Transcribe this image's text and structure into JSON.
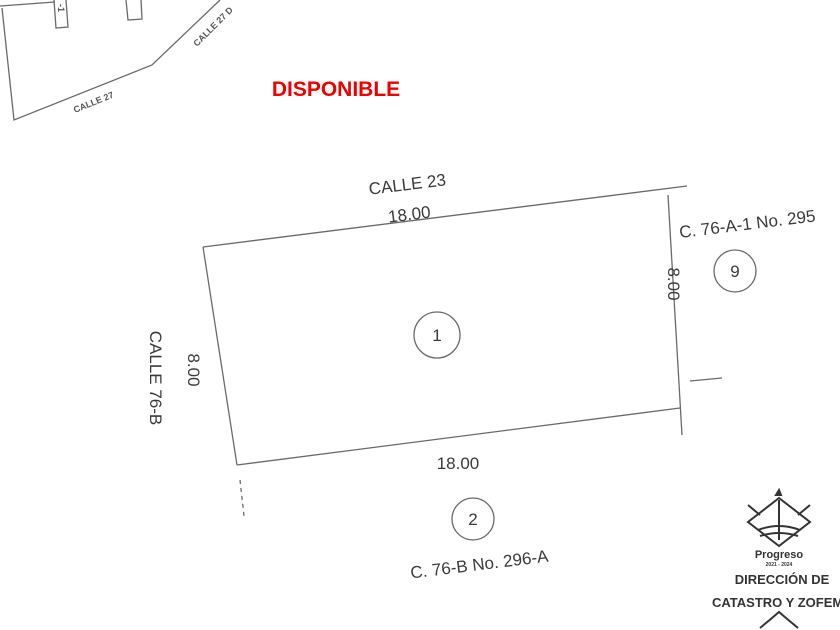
{
  "status": "DISPONIBLE",
  "streets": {
    "calle_27": "CALLE 27",
    "calle_27_d": "CALLE 27 D",
    "calle_23": "CALLE 23",
    "calle_76b": "CALLE 76-B",
    "top_left_lot_label": "-1"
  },
  "dimensions": {
    "top": "18.00",
    "bottom": "18.00",
    "left": "8.00",
    "right": "8.00"
  },
  "lots": {
    "main": "1",
    "east": "9",
    "south": "2"
  },
  "neighbors": {
    "east": "C. 76-A-1 No. 295",
    "south": "C. 76-B No. 296-A"
  },
  "seal": {
    "city": "Progreso",
    "years": "2021 - 2024",
    "line1": "DIRECCIÓN DE",
    "line2": "CATASTRO Y ZOFEMAT"
  }
}
